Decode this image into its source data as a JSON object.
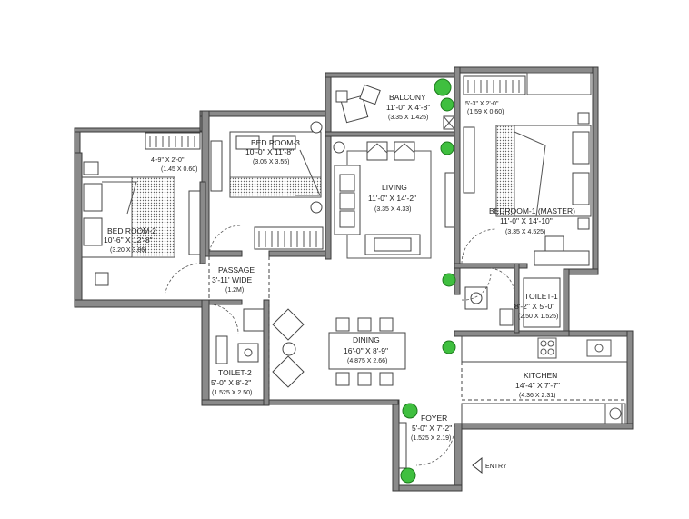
{
  "rooms": {
    "balcony": {
      "name": "BALCONY",
      "dim": "11'-0\" X 4'-8\"",
      "metric": "(3.35 X 1.425)"
    },
    "bed3": {
      "name": "BED ROOM-3",
      "dim": "10'-0\" X 11'-8\"",
      "metric": "(3.05 X 3.55)"
    },
    "bed2": {
      "name": "BED ROOM-2",
      "dim": "10'-6\" X 12'-8\"",
      "metric": "(3.20 X 3.86)"
    },
    "wardrobe2": {
      "dim": "4'-9\" X 2'-0\"",
      "metric": "(1.45 X 0.60)"
    },
    "living": {
      "name": "LIVING",
      "dim": "11'-0\" X 14'-2\"",
      "metric": "(3.35 X 4.33)"
    },
    "master": {
      "name": "BEDROOM-1 (MASTER)",
      "dim": "11'-0\" X 14'-10\"",
      "metric": "(3.35 X 4.525)"
    },
    "wardrobe1": {
      "dim": "5'-3\" X 2'-0\"",
      "metric": "(1.59 X 0.60)"
    },
    "passage": {
      "name": "PASSAGE",
      "dim": "3'-11' WIDE",
      "metric": "(1.2M)"
    },
    "toilet1": {
      "name": "TOILET-1",
      "dim": "8'-2\" X 5'-0\"",
      "metric": "(2.50 X 1.525)"
    },
    "dining": {
      "name": "DINING",
      "dim": "16'-0\" X 8'-9\"",
      "metric": "(4.875 X 2.66)"
    },
    "toilet2": {
      "name": "TOILET-2",
      "dim": "5'-0\" X 8'-2\"",
      "metric": "(1.525 X 2.50)"
    },
    "kitchen": {
      "name": "KITCHEN",
      "dim": "14'-4\" X 7'-7\"",
      "metric": "(4.36 X 2.31)"
    },
    "foyer": {
      "name": "FOYER",
      "dim": "5'-0\" X 7'-2\"",
      "metric": "(1.525 X 2.19)"
    }
  },
  "entry": {
    "label": "ENTRY"
  },
  "colors": {
    "wall": "#8a8a8a",
    "plant": "#3fbf3f",
    "ink": "#222222"
  }
}
